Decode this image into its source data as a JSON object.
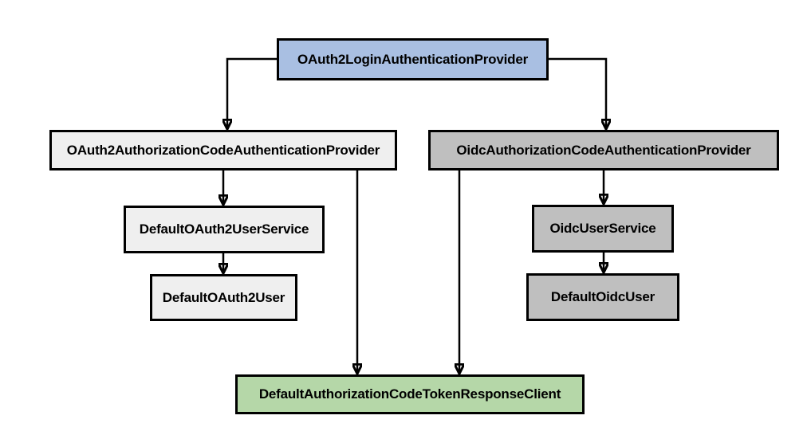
{
  "diagram": {
    "background_color": "#ffffff",
    "border_color": "#000000",
    "text_color": "#000000",
    "nodes": {
      "login_provider": {
        "label": "OAuth2LoginAuthenticationProvider",
        "fill": "#a9bfe2"
      },
      "oauth2_code_provider": {
        "label": "OAuth2AuthorizationCodeAuthenticationProvider",
        "fill": "#efefef"
      },
      "oidc_code_provider": {
        "label": "OidcAuthorizationCodeAuthenticationProvider",
        "fill": "#bfbfbf"
      },
      "oauth2_user_service": {
        "label": "DefaultOAuth2UserService",
        "fill": "#efefef"
      },
      "oauth2_user": {
        "label": "DefaultOAuth2User",
        "fill": "#efefef"
      },
      "oidc_user_service": {
        "label": "OidcUserService",
        "fill": "#bfbfbf"
      },
      "oidc_user": {
        "label": "DefaultOidcUser",
        "fill": "#bfbfbf"
      },
      "token_response_client": {
        "label": "DefaultAuthorizationCodeTokenResponseClient",
        "fill": "#b5d7a8"
      }
    },
    "edges": [
      {
        "from": "login_provider",
        "to": "oauth2_code_provider"
      },
      {
        "from": "login_provider",
        "to": "oidc_code_provider"
      },
      {
        "from": "oauth2_code_provider",
        "to": "oauth2_user_service"
      },
      {
        "from": "oauth2_user_service",
        "to": "oauth2_user"
      },
      {
        "from": "oidc_code_provider",
        "to": "oidc_user_service"
      },
      {
        "from": "oidc_user_service",
        "to": "oidc_user"
      },
      {
        "from": "oauth2_code_provider",
        "to": "token_response_client"
      },
      {
        "from": "oidc_code_provider",
        "to": "token_response_client"
      }
    ]
  }
}
